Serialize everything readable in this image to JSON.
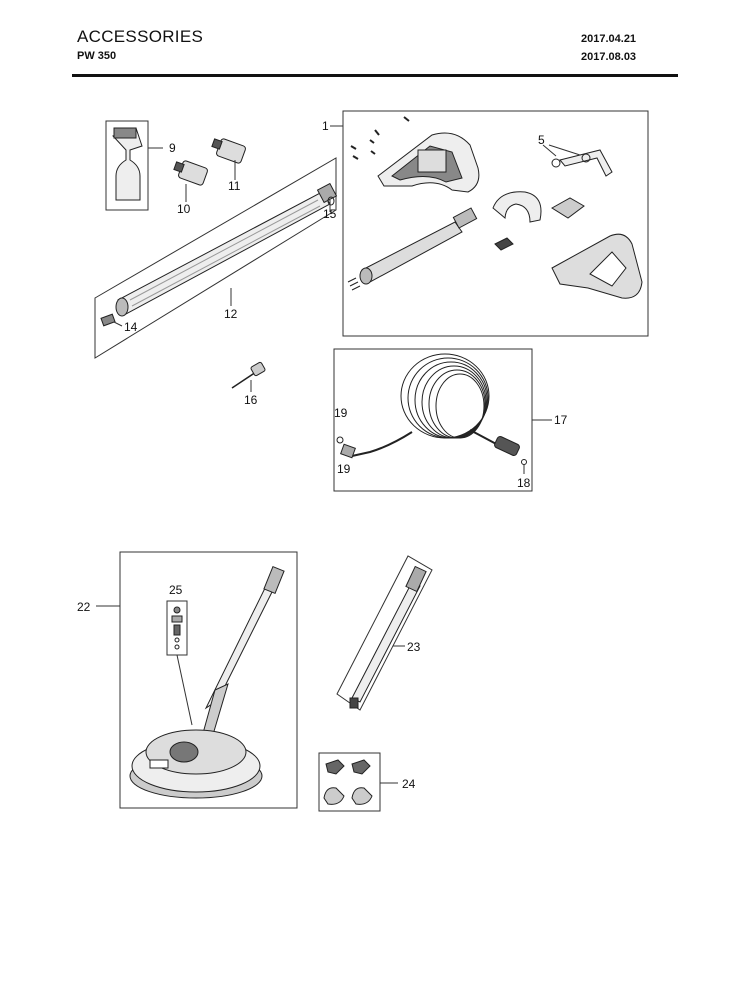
{
  "header": {
    "title": "ACCESSORIES",
    "model": "PW 350",
    "date_created": "2017.04.21",
    "date_revised": "2017.08.03"
  },
  "callouts": {
    "c1": "1",
    "c5": "5",
    "c9": "9",
    "c10": "10",
    "c11": "11",
    "c12": "12",
    "c14": "14",
    "c15": "15",
    "c16": "16",
    "c17": "17",
    "c18": "18",
    "c19a": "19",
    "c19b": "19",
    "c22": "22",
    "c23": "23",
    "c24": "24",
    "c25": "25"
  }
}
